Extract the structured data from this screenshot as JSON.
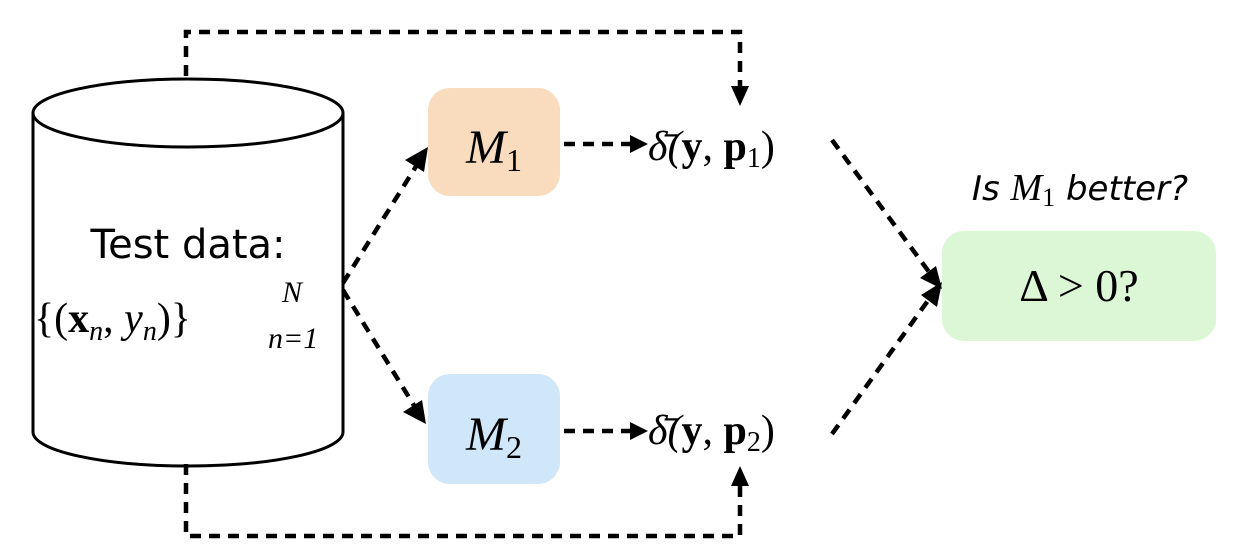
{
  "database": {
    "label": "Test data:",
    "set_expression": "{(x_n, y_n)}",
    "set_open": "{(",
    "x_symbol": "x",
    "x_subscript": "n",
    "separator": ", ",
    "y_symbol": "y",
    "y_subscript": "n",
    "set_close": ")}",
    "superscript": "N",
    "subscript": "n=1"
  },
  "models": [
    {
      "symbol": "M",
      "index": "1",
      "color": "#f8dcbd",
      "metric_prefix": "δ̄(",
      "metric_y": "y",
      "metric_sep": ", ",
      "metric_p": "p",
      "metric_index": "1",
      "metric_suffix": ")"
    },
    {
      "symbol": "M",
      "index": "2",
      "color": "#cfe7f8",
      "metric_prefix": "δ̄(",
      "metric_y": "y",
      "metric_sep": ", ",
      "metric_p": "p",
      "metric_index": "2",
      "metric_suffix": ")"
    }
  ],
  "question": {
    "prefix": "Is ",
    "symbol": "M",
    "index": "1",
    "suffix": " better?"
  },
  "result": {
    "text": "Δ > 0?",
    "color": "#dcf7d6"
  },
  "colors": {
    "stroke": "#000000",
    "background": "#ffffff"
  }
}
